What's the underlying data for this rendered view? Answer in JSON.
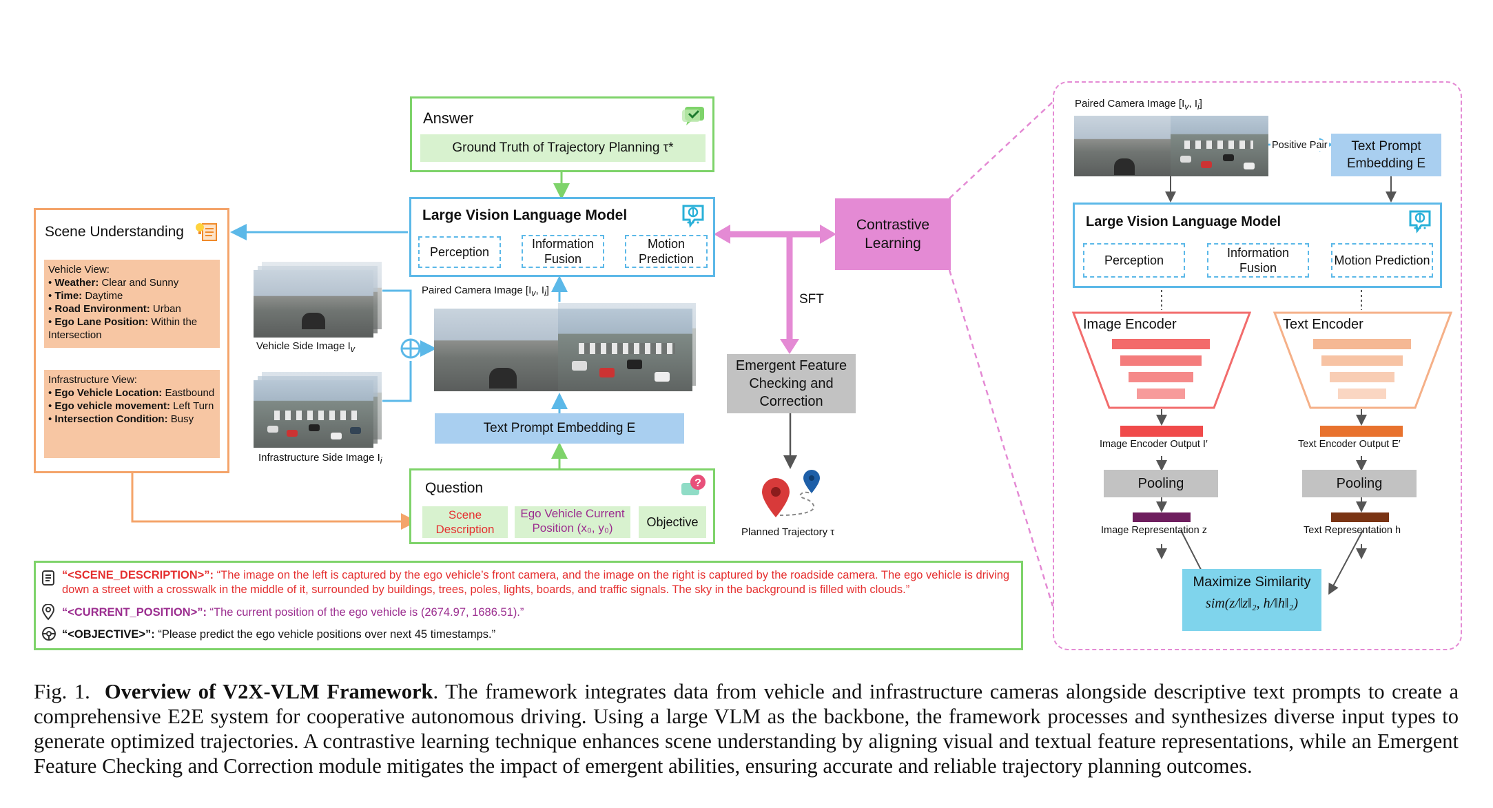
{
  "answer": {
    "title": "Answer",
    "ground_truth": "Ground Truth of Trajectory Planning τ*"
  },
  "vlm": {
    "title": "Large Vision Language Model",
    "modules": [
      "Perception",
      "Information Fusion",
      "Motion Prediction"
    ]
  },
  "scene": {
    "title": "Scene Understanding",
    "vehicle_view": {
      "header": "Vehicle View:",
      "items": [
        {
          "key": "Weather:",
          "val": " Clear and Sunny"
        },
        {
          "key": "Time:",
          "val": " Daytime"
        },
        {
          "key": "Road Environment:",
          "val": " Urban"
        },
        {
          "key": "Ego Lane Position:",
          "val": " Within the Intersection"
        }
      ]
    },
    "infra_view": {
      "header": "Infrastructure View:",
      "items": [
        {
          "key": "Ego Vehicle Location:",
          "val": " Eastbound"
        },
        {
          "key": "Ego vehicle movement:",
          "val": " Left Turn"
        },
        {
          "key": "Intersection Condition:",
          "val": " Busy"
        }
      ]
    }
  },
  "images": {
    "vehicle_side": "Vehicle Side Image I",
    "vehicle_sub": "v",
    "infra_side": "Infrastructure Side Image I",
    "infra_sub": "i",
    "paired": "Paired Camera Image [I",
    "paired_v": "v",
    "paired_mid": ", I",
    "paired_i": "i",
    "paired_end": "]"
  },
  "text_prompt": "Text Prompt Embedding E",
  "question": {
    "title": "Question",
    "scene_desc": "Scene Description",
    "ego_pos_line1": "Ego Vehicle Current",
    "ego_pos_line2": "Position (x₀, y₀)",
    "objective": "Objective"
  },
  "contrastive": "Contrastive Learning",
  "sft": "SFT",
  "emergent": "Emergent Feature Checking and Correction",
  "planned": "Planned Trajectory τ",
  "prompts": {
    "scene_key": "“<SCENE_DESCRIPTION>”:",
    "scene_val": " “The image on the left is captured by the ego vehicle’s front camera, and the image on the right is captured by the roadside camera. The ego vehicle is driving down a street with a crosswalk in the middle of it, surrounded by buildings, trees, poles, lights, boards, and traffic signals. The sky in the background is filled with clouds.”",
    "pos_key": "“<CURRENT_POSITION>”:",
    "pos_val": " “The current position of the ego vehicle is (2674.97, 1686.51).”",
    "obj_key": "“<OBJECTIVE>”:",
    "obj_val": " “Please predict the ego vehicle positions over next 45 timestamps.”"
  },
  "right_panel": {
    "paired": "Paired Camera Image [I",
    "paired_v": "v",
    "paired_mid": ", I",
    "paired_i": "i",
    "paired_end": "]",
    "positive_pair": "Positive Pair",
    "text_prompt": "Text Prompt Embedding E",
    "vlm_title": "Large Vision Language Model",
    "modules": [
      "Perception",
      "Information Fusion",
      "Motion Prediction"
    ],
    "image_encoder": "Image Encoder",
    "text_encoder": "Text Encoder",
    "image_encoder_out": "Image Encoder Output I′",
    "text_encoder_out": "Text Encoder Output E′",
    "pooling": "Pooling",
    "image_repr": "Image Representation z",
    "text_repr": "Text Representation h",
    "maximize": "Maximize Similarity",
    "sim": "sim(z/‖z‖₂, h/‖h‖₂)"
  },
  "caption": {
    "fig": "Fig. 1.",
    "title": "Overview of V2X-VLM Framework",
    "body": ". The framework integrates data from vehicle and infrastructure cameras alongside descriptive text prompts to create a comprehensive E2E system for cooperative autonomous driving. Using a large VLM as the backbone, the framework processes and synthesizes diverse input types to generate optimized trajectories. A contrastive learning technique enhances scene understanding by aligning visual and textual feature representations, while an Emergent Feature Checking and Correction module mitigates the impact of emergent abilities, ensuring accurate and reliable trajectory planning outcomes."
  },
  "colors": {
    "green": "#7ed36a",
    "blue": "#5bb8e8",
    "orange": "#f4a46a",
    "violet": "#e48ad4",
    "red": "#e53030",
    "purple": "#9b2d8f"
  },
  "icons": [
    "chat-check-icon",
    "brain-chip-icon",
    "idea-document-icon",
    "question-chat-icon",
    "map-pin-icon",
    "document-icon",
    "location-pin-icon",
    "steering-wheel-icon"
  ]
}
